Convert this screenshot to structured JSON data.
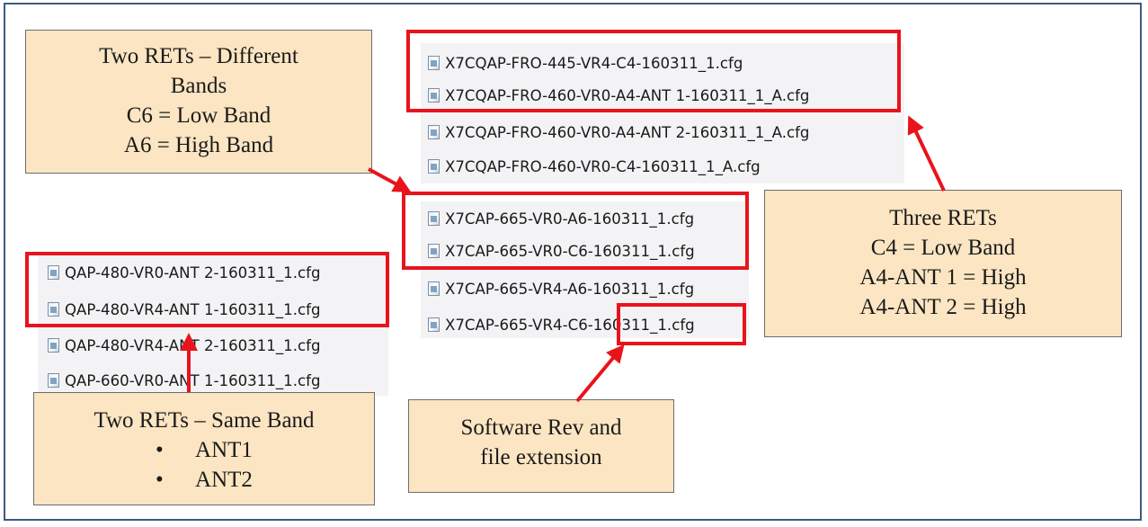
{
  "callouts": {
    "different_bands": {
      "lines": [
        "Two RETs – Different",
        "Bands",
        "C6 = Low Band",
        "A6 = High Band"
      ]
    },
    "three_rets": {
      "lines": [
        "Three RETs",
        "C4 = Low Band",
        "A4-ANT 1 = High",
        "A4-ANT 2 = High"
      ]
    },
    "same_band": {
      "title": "Two RETs – Same Band",
      "bullets": [
        "ANT1",
        "ANT2"
      ],
      "bullet_glyph": "•"
    },
    "software_rev": {
      "lines": [
        "Software Rev and",
        "file extension"
      ]
    }
  },
  "file_groups": {
    "top_right": [
      "X7CQAP-FRO-445-VR4-C4-160311_1.cfg",
      "X7CQAP-FRO-460-VR0-A4-ANT 1-160311_1_A.cfg",
      "X7CQAP-FRO-460-VR0-A4-ANT 2-160311_1_A.cfg",
      "X7CQAP-FRO-460-VR0-C4-160311_1_A.cfg"
    ],
    "middle": [
      "X7CAP-665-VR0-A6-160311_1.cfg",
      "X7CAP-665-VR0-C6-160311_1.cfg",
      "X7CAP-665-VR4-A6-160311_1.cfg",
      "X7CAP-665-VR4-C6-160311_1.cfg"
    ],
    "left": [
      "QAP-480-VR0-ANT 2-160311_1.cfg",
      "QAP-480-VR4-ANT 1-160311_1.cfg",
      "QAP-480-VR4-ANT 2-160311_1.cfg",
      "QAP-660-VR0-ANT 1-160311_1.cfg"
    ]
  },
  "colors": {
    "highlight": "#e8141c",
    "callout_fill": "#fbe5c2",
    "frame_border": "#3d5a80"
  },
  "icons": {
    "file": "cfg-file-icon"
  }
}
